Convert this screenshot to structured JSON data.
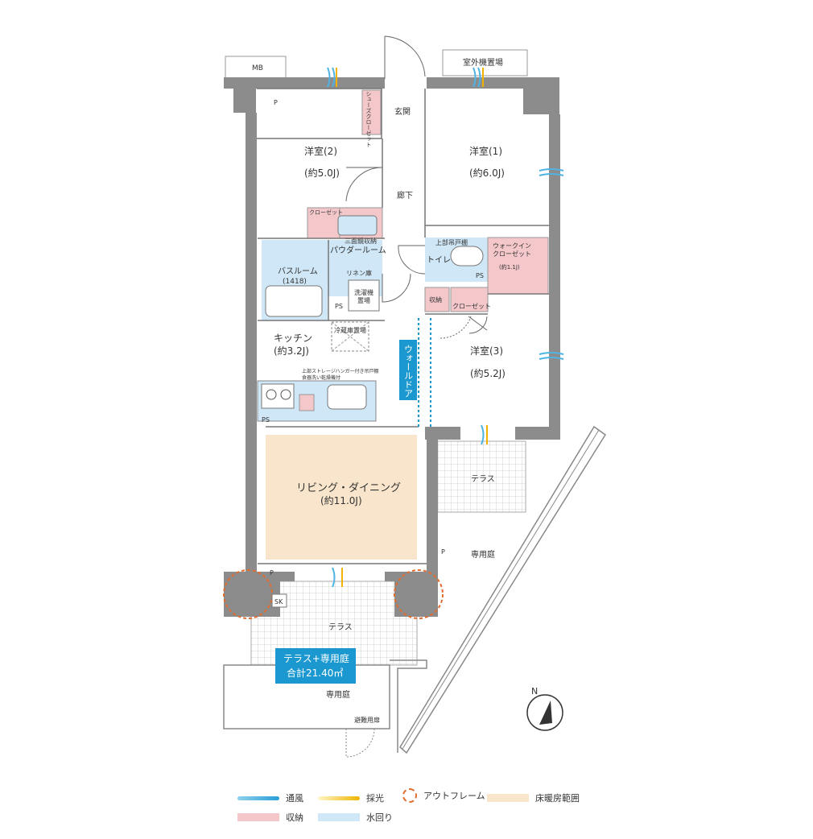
{
  "outside": {
    "mb": "MB",
    "ac_space": "室外機置場",
    "entrance": "玄関",
    "corridor": "廊下",
    "shoe_closet": "シューズクローゼット",
    "terrace_upper": "テラス",
    "garden_right": "専用庭",
    "terrace_lower": "テラス",
    "garden_lower": "専用庭",
    "evac_door": "避難用扉",
    "sk": "SK",
    "total_badge_line1": "テラス+専用庭",
    "total_badge_line2": "合計21.40㎡"
  },
  "rooms": {
    "room2_name": "洋室(2)",
    "room2_size": "(約5.0J)",
    "room1_name": "洋室(1)",
    "room1_size": "(約6.0J)",
    "room3_name": "洋室(3)",
    "room3_size": "(約5.2J)",
    "kitchen_name": "キッチン",
    "kitchen_size": "(約3.2J)",
    "living_name": "リビング・ダイニング",
    "living_size": "(約11.0J)",
    "bath_name": "バスルーム",
    "bath_size": "(1418)",
    "powder": "パウダールーム",
    "mirror": "三面鏡収納",
    "toilet": "トイレ",
    "toilet_shelf": "上部吊戸棚",
    "linen": "リネン庫",
    "washer_l1": "洗濯機",
    "washer_l2": "置場",
    "fridge": "冷蔵庫置場",
    "closet_r2": "クローゼット",
    "closet_r3": "クローゼット",
    "storage": "収納",
    "wic_l1": "ウォークイン",
    "wic_l2": "クローゼット",
    "wic_size": "(約1.1J)",
    "ps": "PS",
    "p": "P",
    "storage_note_l1": "上部ストレージハンガー付き吊戸棚",
    "storage_note_l2": "食器洗い乾燥機付",
    "wall_door": "ウォールドア"
  },
  "legend": {
    "ventilation": "通風",
    "daylight": "採光",
    "outframe": "アウトフレーム",
    "floor_heating": "床暖房範囲",
    "storage": "収納",
    "water": "水回り"
  },
  "colors": {
    "wall": "#8c8c8c",
    "storage": "#f4c7cb",
    "water": "#cfe7f6",
    "floor_heating": "#f8e5cb",
    "accent_blue": "#1a98cf",
    "outframe": "#e26b2e",
    "grid": "#d4d4d4"
  }
}
